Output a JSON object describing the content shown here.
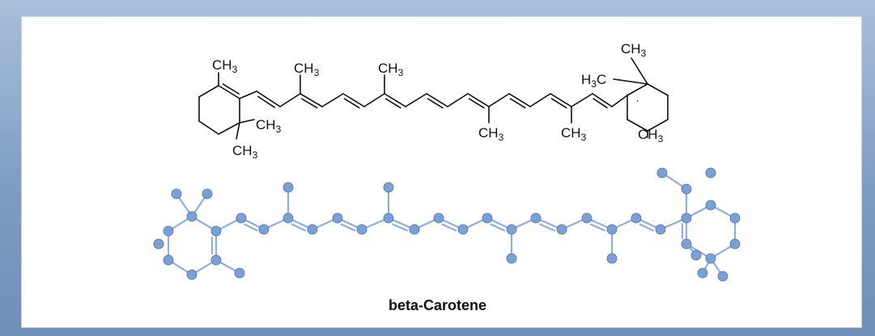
{
  "figure": {
    "caption": "beta-Carotene",
    "methyl_label": "CH",
    "methyl_sub": "3",
    "methyl_left_prefix": "H",
    "methyl_left_sub": "3",
    "methyl_left_suffix": "C",
    "bond_color": "#111111",
    "atom_color": "#7aa0d6",
    "frame_color": "#7f9dc3"
  }
}
